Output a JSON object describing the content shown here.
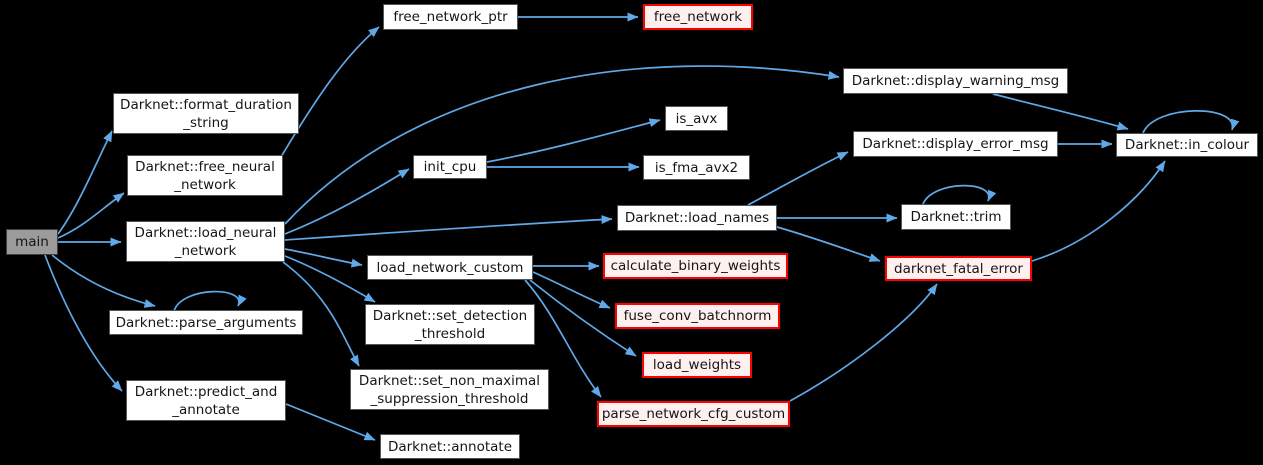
{
  "diagram": {
    "title": "Darknet main() call graph",
    "colors": {
      "background": "#000000",
      "edge": "#5fa9e8",
      "node_fill": "#ffffff",
      "node_border": "#545454",
      "node_text": "#151515",
      "entry_fill": "#9b9b9b",
      "entry_border": "#3f3f3f",
      "red_fill": "#fff0f0",
      "red_border": "#ff0000"
    },
    "nodes": {
      "main": {
        "label": "main",
        "style": "entry"
      },
      "format_duration_string": {
        "label": "Darknet::format_duration\n_string",
        "style": "default"
      },
      "free_neural_network": {
        "label": "Darknet::free_neural\n_network",
        "style": "default"
      },
      "load_neural_network": {
        "label": "Darknet::load_neural\n_network",
        "style": "default"
      },
      "free_network_ptr": {
        "label": "free_network_ptr",
        "style": "default"
      },
      "free_network": {
        "label": "free_network",
        "style": "red"
      },
      "init_cpu": {
        "label": "init_cpu",
        "style": "default"
      },
      "is_avx": {
        "label": "is_avx",
        "style": "default"
      },
      "is_fma_avx2": {
        "label": "is_fma_avx2",
        "style": "default"
      },
      "display_warning_msg": {
        "label": "Darknet::display_warning_msg",
        "style": "default"
      },
      "display_error_msg": {
        "label": "Darknet::display_error_msg",
        "style": "default"
      },
      "in_colour": {
        "label": "Darknet::in_colour",
        "style": "default"
      },
      "load_names": {
        "label": "Darknet::load_names",
        "style": "default"
      },
      "trim": {
        "label": "Darknet::trim",
        "style": "default"
      },
      "darknet_fatal_error": {
        "label": "darknet_fatal_error",
        "style": "red"
      },
      "load_network_custom": {
        "label": "load_network_custom",
        "style": "default"
      },
      "calculate_binary_weights": {
        "label": "calculate_binary_weights",
        "style": "red"
      },
      "fuse_conv_batchnorm": {
        "label": "fuse_conv_batchnorm",
        "style": "red"
      },
      "set_detection_threshold": {
        "label": "Darknet::set_detection\n_threshold",
        "style": "default"
      },
      "load_weights": {
        "label": "load_weights",
        "style": "red"
      },
      "parse_arguments": {
        "label": "Darknet::parse_arguments",
        "style": "default"
      },
      "set_non_maximal_suppression_threshold": {
        "label": "Darknet::set_non_maximal\n_suppression_threshold",
        "style": "default"
      },
      "parse_network_cfg_custom": {
        "label": "parse_network_cfg_custom",
        "style": "red"
      },
      "predict_and_annotate": {
        "label": "Darknet::predict_and\n_annotate",
        "style": "default"
      },
      "annotate": {
        "label": "Darknet::annotate",
        "style": "default"
      }
    },
    "edges": [
      {
        "from": "main",
        "to": "format_duration_string"
      },
      {
        "from": "main",
        "to": "free_neural_network"
      },
      {
        "from": "main",
        "to": "load_neural_network"
      },
      {
        "from": "main",
        "to": "parse_arguments"
      },
      {
        "from": "main",
        "to": "predict_and_annotate"
      },
      {
        "from": "free_neural_network",
        "to": "free_network_ptr"
      },
      {
        "from": "free_network_ptr",
        "to": "free_network"
      },
      {
        "from": "load_neural_network",
        "to": "display_warning_msg"
      },
      {
        "from": "load_neural_network",
        "to": "init_cpu"
      },
      {
        "from": "load_neural_network",
        "to": "load_names"
      },
      {
        "from": "load_neural_network",
        "to": "load_network_custom"
      },
      {
        "from": "load_neural_network",
        "to": "set_detection_threshold"
      },
      {
        "from": "load_neural_network",
        "to": "set_non_maximal_suppression_threshold"
      },
      {
        "from": "init_cpu",
        "to": "is_avx"
      },
      {
        "from": "init_cpu",
        "to": "is_fma_avx2"
      },
      {
        "from": "load_names",
        "to": "display_error_msg"
      },
      {
        "from": "load_names",
        "to": "trim"
      },
      {
        "from": "load_names",
        "to": "darknet_fatal_error"
      },
      {
        "from": "display_warning_msg",
        "to": "in_colour"
      },
      {
        "from": "display_error_msg",
        "to": "in_colour"
      },
      {
        "from": "darknet_fatal_error",
        "to": "in_colour"
      },
      {
        "from": "load_network_custom",
        "to": "calculate_binary_weights"
      },
      {
        "from": "load_network_custom",
        "to": "fuse_conv_batchnorm"
      },
      {
        "from": "load_network_custom",
        "to": "load_weights"
      },
      {
        "from": "load_network_custom",
        "to": "parse_network_cfg_custom"
      },
      {
        "from": "parse_network_cfg_custom",
        "to": "darknet_fatal_error"
      },
      {
        "from": "predict_and_annotate",
        "to": "annotate"
      },
      {
        "from": "parse_arguments",
        "to": "parse_arguments"
      },
      {
        "from": "trim",
        "to": "trim"
      },
      {
        "from": "in_colour",
        "to": "in_colour"
      }
    ]
  }
}
